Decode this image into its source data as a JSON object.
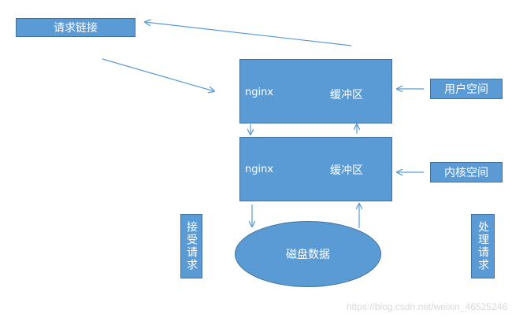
{
  "labels": {
    "request_link": "请求链接",
    "user_space": "用户空间",
    "kernel_space": "内核空间",
    "receive_request": "接受请求",
    "process_request": "处理请求"
  },
  "user_block": {
    "left_text": "nginx",
    "right_text": "缓冲区"
  },
  "kernel_block": {
    "left_text": "nginx",
    "right_text": "缓冲区"
  },
  "disk": "磁盘数据",
  "watermark": "https://blog.csdn.net/weixin_46525246",
  "colors": {
    "box": "#5b9bd5",
    "border": "#41719c",
    "arrow": "#5b9bd5"
  }
}
